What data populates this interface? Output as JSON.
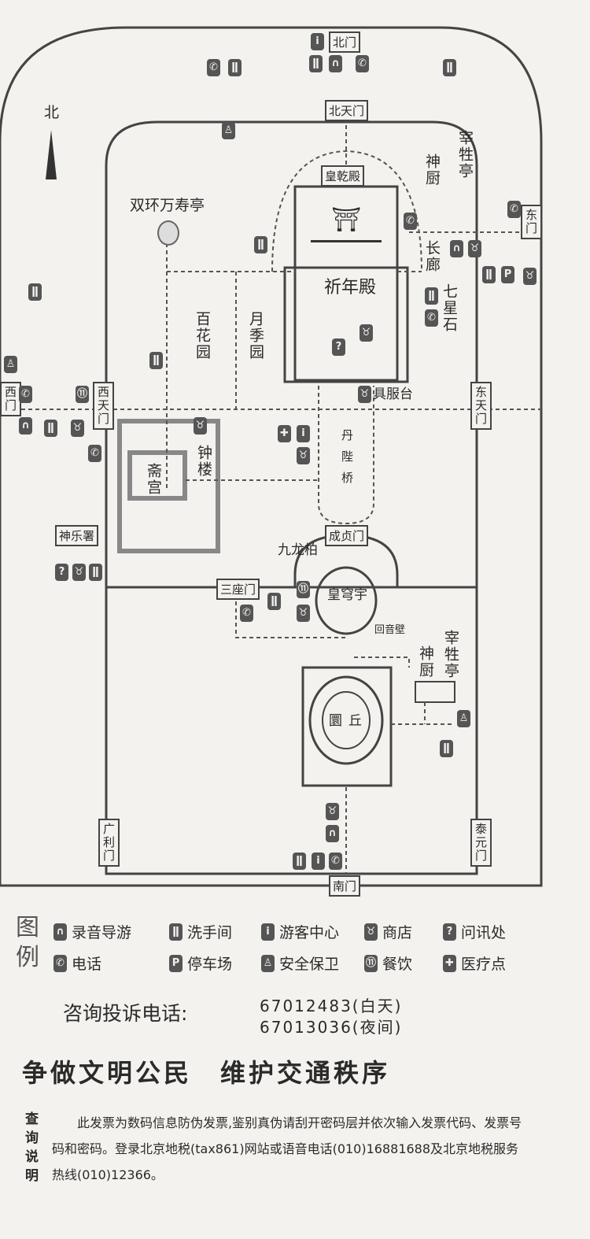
{
  "map": {
    "north": "北",
    "gates": {
      "north_gate": "北门",
      "north_heaven_gate": "北天门",
      "east_gate": "东门",
      "west_gate": "西门",
      "west_heaven_gate": "西天门",
      "east_heaven_gate": "东天门",
      "chengzhen_gate": "成贞门",
      "sanzuo_gate": "三座门",
      "guangli_gate": "广利门",
      "taiyuan_gate": "泰元门",
      "south_gate": "南门"
    },
    "places": {
      "huangqian": "皇乾殿",
      "qinian": "祈年殿",
      "shenchu_n": "神厨",
      "zaisheng_n": "宰牲亭",
      "changlang": "长廊",
      "qixing": "七星石",
      "shuanghuan": "双环万寿亭",
      "baihua": "百花园",
      "yueji": "月季园",
      "jufu": "具服台",
      "danbi": "丹陛桥",
      "zhaigong": "斋宫",
      "zhonglou": "钟楼",
      "shenyue": "神乐署",
      "jiulong": "九龙柏",
      "huangqiong": "皇穹宇",
      "huiyin": "回音壁",
      "shenchu_s": "神厨",
      "zaisheng_s": "宰牲亭",
      "yuanqiu": "圜丘"
    }
  },
  "legend": {
    "title": "图例",
    "items": [
      {
        "icon": "audio-guide-icon",
        "glyph": "∩",
        "label": "录音导游"
      },
      {
        "icon": "restroom-icon",
        "glyph": "ǁ",
        "label": "洗手间"
      },
      {
        "icon": "visitor-center-icon",
        "glyph": "i",
        "label": "游客中心"
      },
      {
        "icon": "shop-icon",
        "glyph": "♉",
        "label": "商店"
      },
      {
        "icon": "info-desk-icon",
        "glyph": "?",
        "label": "问讯处"
      },
      {
        "icon": "phone-icon",
        "glyph": "✆",
        "label": "电话"
      },
      {
        "icon": "parking-icon",
        "glyph": "P",
        "label": "停车场"
      },
      {
        "icon": "security-icon",
        "glyph": "♙",
        "label": "安全保卫"
      },
      {
        "icon": "dining-icon",
        "glyph": "⑪",
        "label": "餐饮"
      },
      {
        "icon": "medical-icon",
        "glyph": "✚",
        "label": "医疗点"
      }
    ]
  },
  "contact": {
    "label": "咨询投诉电话:",
    "day": "67012483(白天)",
    "night": "67013036(夜间)"
  },
  "slogan": "争做文明公民　维护交通秩序",
  "query": {
    "title": "查询说明",
    "body": "此发票为数码信息防伪发票,鉴别真伪请刮开密码层并依次输入发票代码、发票号码和密码。登录北京地税(tax861)网站或语音电话(010)16881688及北京地税服务热线(010)12366。"
  }
}
